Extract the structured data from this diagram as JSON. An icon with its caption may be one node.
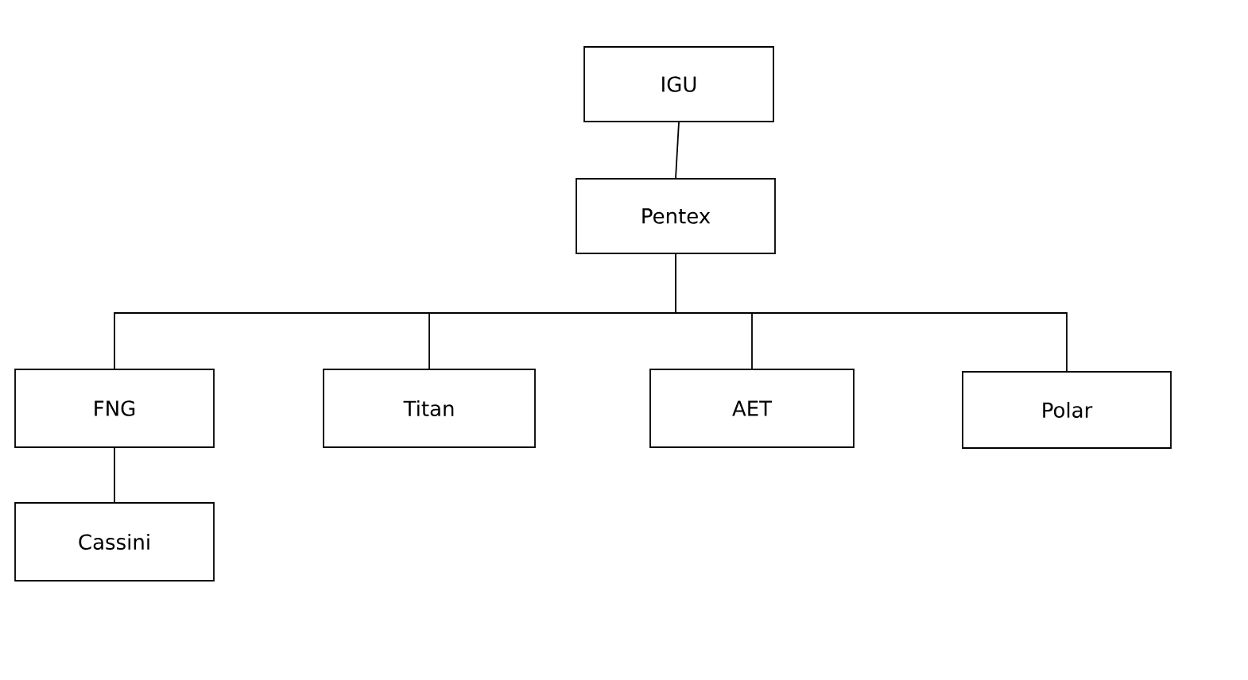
{
  "diagram": {
    "nodes": [
      {
        "text": [
          "IGU"
        ]
      },
      {
        "text": [
          "Pentex"
        ]
      },
      {
        "text": [
          "FNG"
        ]
      },
      {
        "text": [
          "Titan"
        ]
      },
      {
        "text": [
          "AET"
        ]
      },
      {
        "text": [
          "Polar"
        ]
      },
      {
        "text": [
          "Cassini"
        ]
      }
    ],
    "edges": [
      {
        "from": 0,
        "to": 1,
        "arrow": "none"
      },
      {
        "from": 1,
        "to": 2,
        "arrow": "none"
      },
      {
        "from": 1,
        "to": 3,
        "arrow": "none"
      },
      {
        "from": 1,
        "to": 4,
        "arrow": "none"
      },
      {
        "from": 1,
        "to": 5,
        "arrow": "none"
      },
      {
        "from": 2,
        "to": 6,
        "arrow": "none"
      }
    ]
  }
}
